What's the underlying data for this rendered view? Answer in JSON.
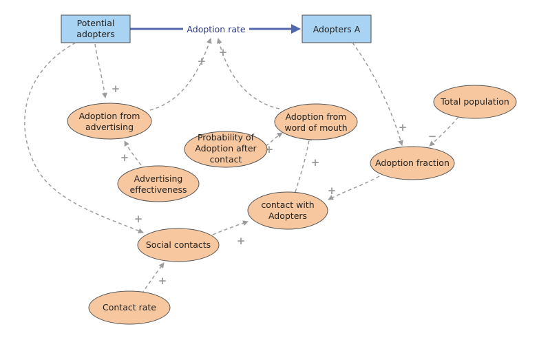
{
  "stocks": {
    "potential_adopters": [
      "Potential",
      "adopters"
    ],
    "adopters": "Adopters A"
  },
  "flow": {
    "label": "Adoption rate"
  },
  "variables": {
    "adoption_from_advertising": [
      "Adoption from",
      "advertising"
    ],
    "advertising_effectiveness": [
      "Advertising",
      "effectiveness"
    ],
    "adoption_from_word_of_mouth": [
      "Adoption from",
      "word of mouth"
    ],
    "probability_of_adoption": [
      "Probability of",
      "Adoption after",
      "contact"
    ],
    "total_population": "Total population",
    "adoption_fraction": "Adoption fraction",
    "contact_with_adopters": [
      "contact with",
      "Adopters"
    ],
    "social_contacts": "Social contacts",
    "contact_rate": "Contact rate"
  },
  "link_signs": {
    "potential_to_advertising": "+",
    "advertising_to_rate": "+",
    "effectiveness_to_advertising": "+",
    "wom_to_rate": "+",
    "probability_to_wom": "+",
    "contact_to_wom": "+",
    "adopters_to_fraction": "+",
    "population_to_fraction": "−",
    "fraction_to_contact": "+",
    "potential_to_social": "+",
    "social_to_contact": "+",
    "contact_rate_to_social": "+"
  },
  "colors": {
    "stock_fill": "#a9d3f2",
    "auxiliary_fill": "#f7c79f",
    "flow_arrow": "#5367ad",
    "link": "#9c9c9c"
  }
}
